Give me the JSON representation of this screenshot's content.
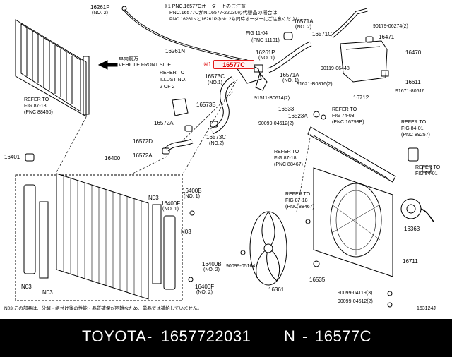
{
  "diagram": {
    "labels": {
      "p16261P_top": "16261P",
      "p16261P_top_no": "(NO. 2)",
      "note1": "※1 PNC.16577Cオーダー上のご注意",
      "note2": "PNC.16577CがN.16577-22030の代替品の場合は",
      "note3": "PNC.16261Nと16261PのNo.2も同時オーダーにご注意ください。",
      "p16261N": "16261N",
      "p16571A_top": "16571A",
      "p16571A_top_no": "(NO. 2)",
      "fig1104": "FIG 11-04",
      "pnc11101": "(PNC 11101)",
      "p16571C": "16571C",
      "p90179": "90179-06274(2)",
      "p16471": "16471",
      "p16470": "16470",
      "front1": "車両前方",
      "front2": "VEHICLE FRONT SIDE",
      "star16577C": "※1",
      "p16577C": "16577C",
      "p16261P_mid": "16261P",
      "p16261P_mid_no": "(NO. 1)",
      "p16571A_mid": "16571A",
      "p16571A_mid_no": "(NO. 1)",
      "p90119": "90119-06448",
      "p16611": "16611",
      "p16573C": "16573C",
      "p16573C_no": "(NO.1)",
      "refIllust1": "REFER TO",
      "refIllust2": "ILLUST NO.",
      "refIllust3": "2 OF 2",
      "p91621": "91621-B0816(2)",
      "p91671": "91671-80616",
      "p91511": "91511-B0614(2)",
      "p16712": "16712",
      "ref8718a1": "REFER TO",
      "ref8718a2": "FIG 87-18",
      "ref8718a3": "(PNC 88450)",
      "p16573B": "16573B",
      "p16533": "16533",
      "p16523A": "16523A",
      "ref7403_1": "REFER TO",
      "ref7403_2": "FIG 74-03",
      "ref7403_3": "(PNC 16793B)",
      "ref8401a1": "REFER TO",
      "ref8401a2": "FIG 84-01",
      "ref8401a3": "(PNC 89257)",
      "p16572A_1": "16572A",
      "p90099_04612_top": "90099-04612(2)",
      "p16572D": "16572D",
      "p16573C2": "16573C",
      "p16573C2_no": "(NO.2)",
      "ref8718b1": "REFER TO",
      "ref8718b2": "FIG 87-18",
      "ref8718b3": "(PNC 88467)",
      "ref8401b1": "REFER TO",
      "ref8401b2": "FIG 84-01",
      "p16572A_2": "16572A",
      "p16401": "16401",
      "p16400": "16400",
      "n03_a": "N03",
      "p16400B_a": "16400B",
      "p16400B_a_no": "(NO. 1)",
      "p16400F_a": "16400F",
      "p16400F_a_no": "(NO. 1)",
      "n03_b": "N03",
      "ref8718c1": "REFER TO",
      "ref8718c2": "FIG 87-18",
      "ref8718c3": "(PNC 88467)",
      "p16363": "16363",
      "p16400B_b": "16400B",
      "p16400B_b_no": "(NO. 2)",
      "p16711": "16711",
      "p90099_05164": "90099-05164",
      "p16535": "16535",
      "n03_c": "N03",
      "n03_d": "N03",
      "p16400F_b": "16400F",
      "p16400F_b_no": "(NO. 2)",
      "p16361": "16361",
      "p90099_04119": "90099-04119(3)",
      "p90099_04612_bot": "90099-04612(2)",
      "footnote": "N03:この部品は、分解・組付け後の性能・品質確保が困難なため、単品では補給していません。",
      "code": "163124J"
    }
  },
  "footer": {
    "brand": "TOYOTA",
    "sep1": "-",
    "part_number": "1657722031",
    "variant": "N",
    "sep2": "-",
    "pnc": "16577C"
  }
}
